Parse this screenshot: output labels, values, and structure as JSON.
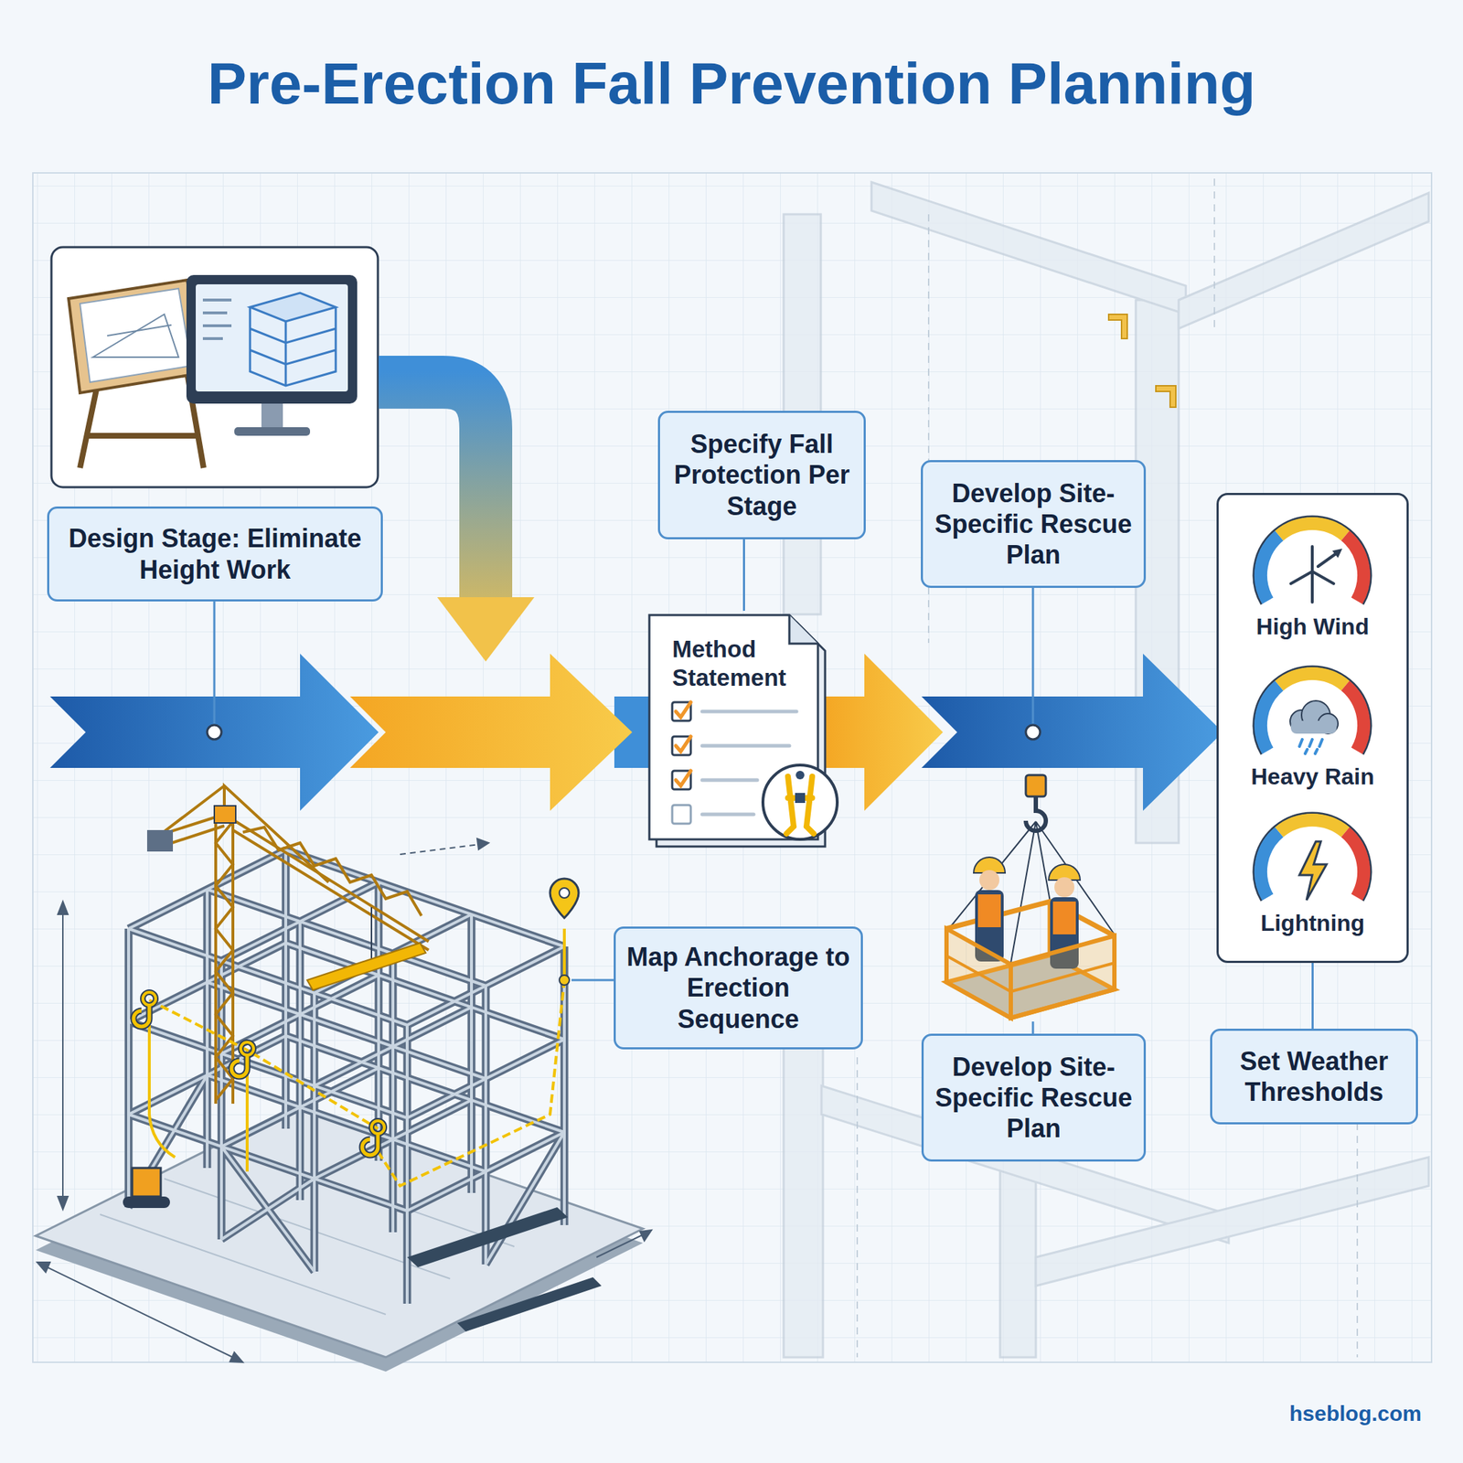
{
  "diagram": {
    "title": "Pre-Erection Fall Prevention Planning",
    "nodes": [
      {
        "text": [
          "Design Stage: Eliminate Height Work"
        ]
      },
      {
        "text": [
          "Specify Fall Protection Per Stage"
        ]
      },
      {
        "text": [
          "Method Statement"
        ]
      },
      {
        "text": [
          "Develop Site-Specific Rescue Plan"
        ]
      },
      {
        "text": [
          "High Wind",
          "Heavy Rain",
          "Lightning"
        ]
      },
      {
        "text": [
          "Map Anchorage to Erection Sequence"
        ]
      },
      {
        "text": [
          "Develop Site-Specific Rescue Plan"
        ]
      },
      {
        "text": [
          "Set Weather Thresholds"
        ]
      }
    ],
    "edges": [
      {
        "from": 1,
        "to": 2,
        "arrow": "none"
      },
      {
        "from": 7,
        "to": 4,
        "arrow": "none"
      }
    ],
    "labels": [
      "hseblog.com"
    ]
  }
}
